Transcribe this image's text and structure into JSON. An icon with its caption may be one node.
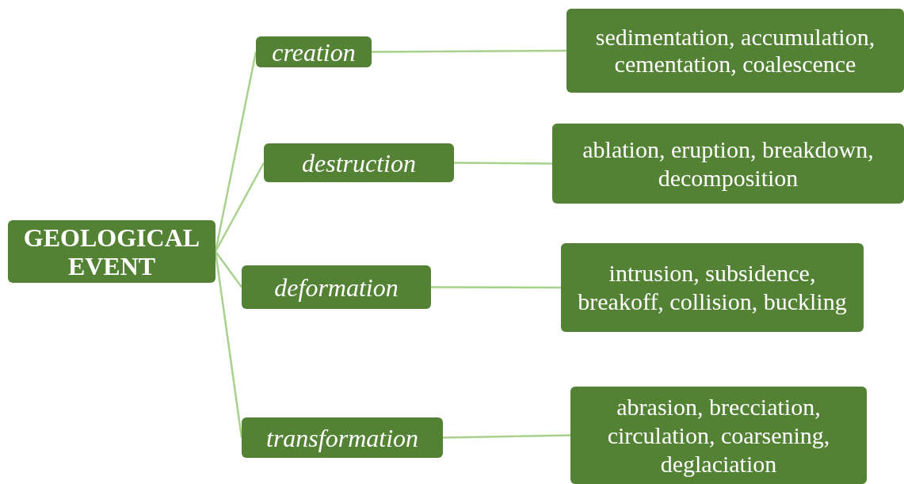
{
  "diagram": {
    "nodes": [
      {
        "text": [
          "GEOLOGICAL EVENT"
        ]
      },
      {
        "text": [
          "creation"
        ]
      },
      {
        "text": [
          "destruction"
        ]
      },
      {
        "text": [
          "deformation"
        ]
      },
      {
        "text": [
          "transformation"
        ]
      },
      {
        "text": [
          "sedimentation, accumulation, cementation, coalescence"
        ]
      },
      {
        "text": [
          "ablation, eruption, breakdown, decomposition"
        ]
      },
      {
        "text": [
          "intrusion, subsidence, breakoff, collision, buckling"
        ]
      },
      {
        "text": [
          "abrasion, brecciation, circulation,  coarsening, deglaciation"
        ]
      }
    ],
    "edges": [
      {
        "from": 0,
        "to": 1,
        "arrow": "none"
      },
      {
        "from": 0,
        "to": 2,
        "arrow": "none"
      },
      {
        "from": 0,
        "to": 3,
        "arrow": "none"
      },
      {
        "from": 0,
        "to": 4,
        "arrow": "none"
      },
      {
        "from": 1,
        "to": 5,
        "arrow": "none"
      },
      {
        "from": 2,
        "to": 6,
        "arrow": "none"
      },
      {
        "from": 3,
        "to": 7,
        "arrow": "none"
      },
      {
        "from": 4,
        "to": 8,
        "arrow": "none"
      }
    ]
  }
}
